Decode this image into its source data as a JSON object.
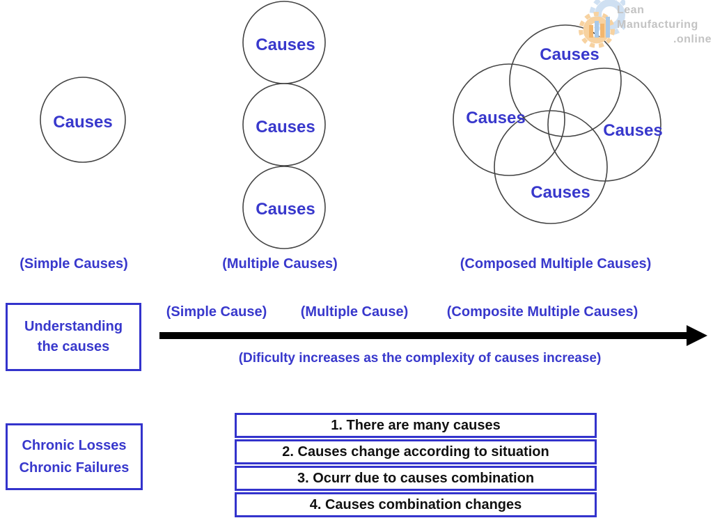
{
  "colors": {
    "accent_blue": "#3333cc",
    "text_blue": "#3838cc",
    "black": "#000000",
    "circle_stroke": "#444444",
    "logo_grey": "#c3c3c3",
    "gear_blue": "#cfe0f2",
    "gear_orange": "#f7d2a0"
  },
  "logo": {
    "line1": "Lean",
    "line2": "Manufacturing",
    "line3": ".online",
    "icon": "gear-barchart-icon"
  },
  "diagram": {
    "simple": {
      "caption": "(Simple Causes)",
      "circles": [
        {
          "label": "Causes"
        }
      ]
    },
    "multiple": {
      "caption": "(Multiple Causes)",
      "circles": [
        {
          "label": "Causes"
        },
        {
          "label": "Causes"
        },
        {
          "label": "Causes"
        }
      ]
    },
    "composed": {
      "caption": "(Composed Multiple Causes)",
      "circles": [
        {
          "label": "Causes"
        },
        {
          "label": "Causes"
        },
        {
          "label": "Causes"
        },
        {
          "label": "Causes"
        }
      ]
    }
  },
  "understanding_box": {
    "line1": "Understanding",
    "line2": "the causes"
  },
  "axis": {
    "labels": [
      "(Simple Cause)",
      "(Multiple Cause)",
      "(Composite Multiple Causes)"
    ],
    "note": "(Dificulty increases as the complexity of causes increase)"
  },
  "chronic_box": {
    "line1": "Chronic Losses",
    "line2": "Chronic Failures"
  },
  "list": {
    "items": [
      "1. There are many causes",
      "2. Causes change according to situation",
      "3. Ocurr due to causes combination",
      "4. Causes combination changes"
    ]
  }
}
